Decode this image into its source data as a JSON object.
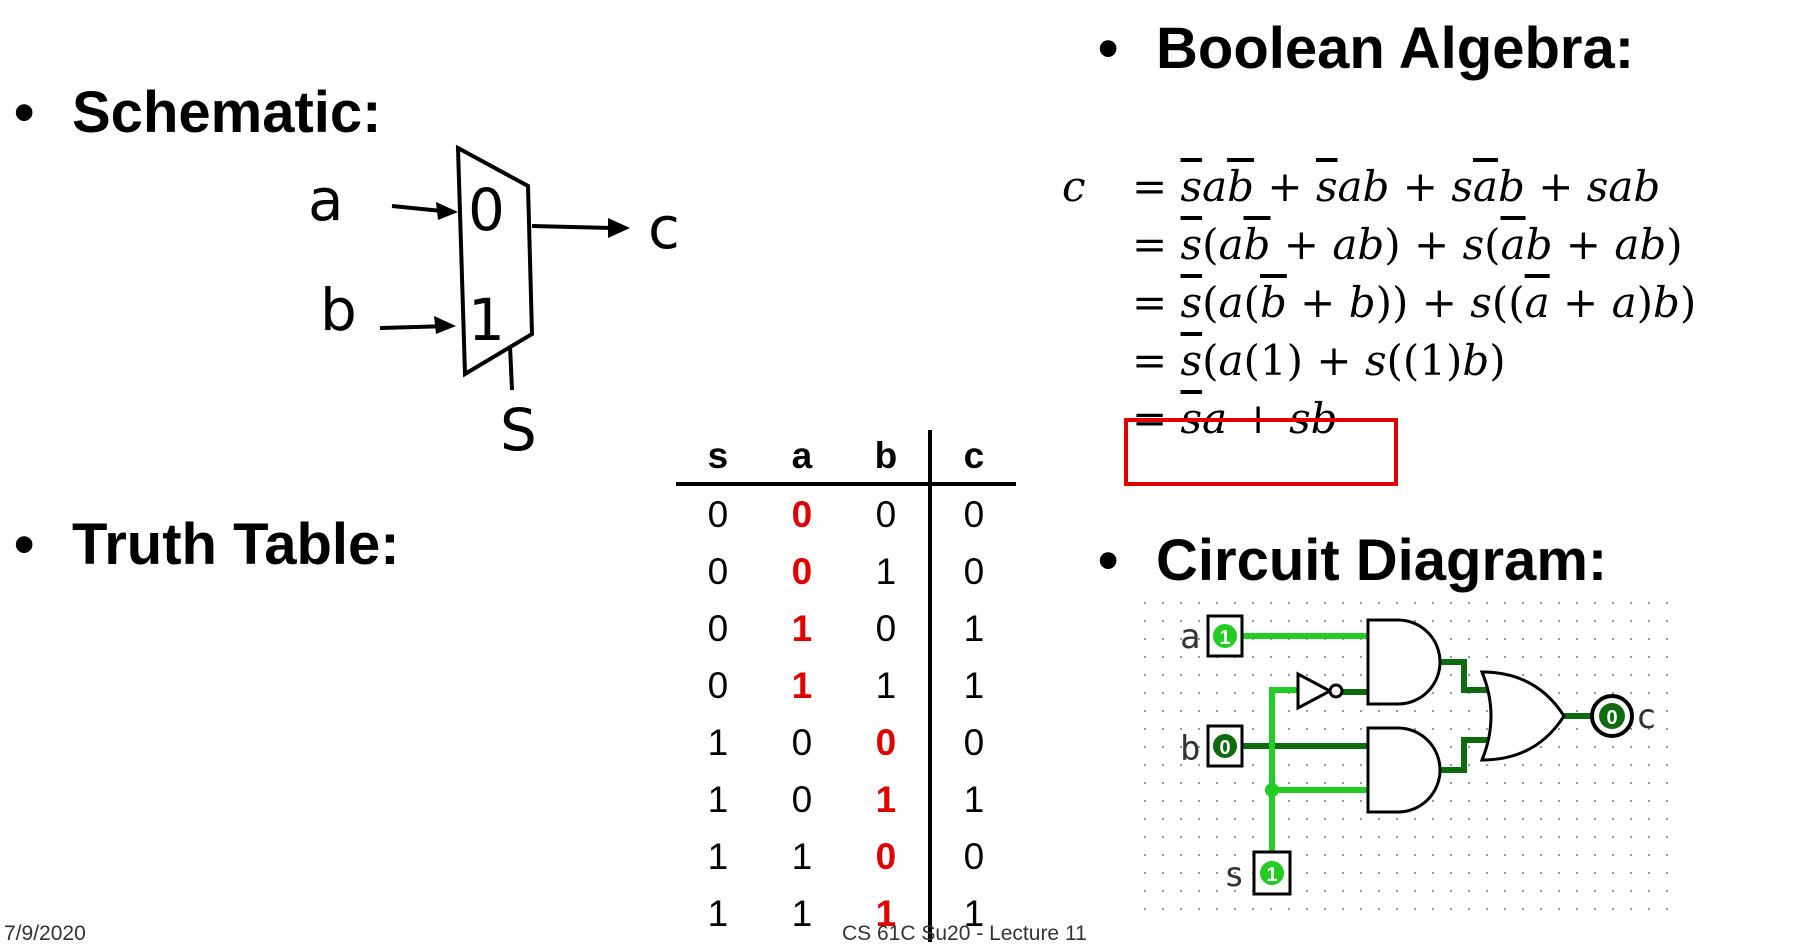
{
  "headings": {
    "schematic": "Schematic:",
    "truth_table": "Truth Table:",
    "boolean_algebra": "Boolean Algebra:",
    "circuit_diagram": "Circuit Diagram:"
  },
  "bullet": "•",
  "schematic": {
    "input_a": "a",
    "input_b": "b",
    "select": "S",
    "output": "c",
    "port0": "0",
    "port1": "1"
  },
  "truth_table": {
    "headers": [
      "s",
      "a",
      "b",
      "c"
    ],
    "rows": [
      [
        "0",
        "0",
        "0",
        "0"
      ],
      [
        "0",
        "0",
        "1",
        "0"
      ],
      [
        "0",
        "1",
        "0",
        "1"
      ],
      [
        "0",
        "1",
        "1",
        "1"
      ],
      [
        "1",
        "0",
        "0",
        "0"
      ],
      [
        "1",
        "0",
        "1",
        "1"
      ],
      [
        "1",
        "1",
        "0",
        "0"
      ],
      [
        "1",
        "1",
        "1",
        "1"
      ]
    ],
    "highlight_color": "#e00000"
  },
  "algebra": {
    "lhs": "c",
    "equals": "="
  },
  "circuit": {
    "label_a": "a",
    "label_b": "b",
    "label_s": "s",
    "label_c": "c",
    "pin_a_value": "1",
    "pin_b_value": "0",
    "pin_s_value": "1",
    "out_c_value": "0",
    "wire_on_color": "#22cc22",
    "wire_off_color": "#0f6b0f"
  },
  "footer": {
    "date": "7/9/2020",
    "course": "CS 61C Su20 - Lecture 11"
  }
}
